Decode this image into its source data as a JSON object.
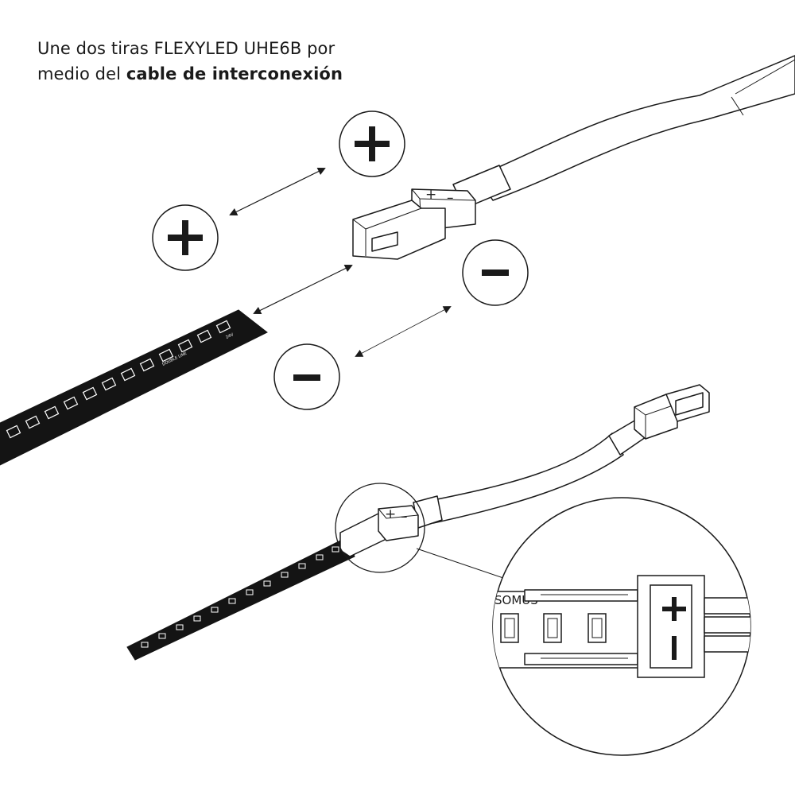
{
  "caption": {
    "line1": "Une dos tiras FLEXYLED UHE6B por",
    "line2_regular": "medio del ",
    "line2_bold": "cable de interconexión"
  },
  "symbols": {
    "plus": "+",
    "minus": "–"
  },
  "connector_marks": {
    "plus": "+",
    "minus": "–"
  },
  "strip_text": {
    "label_a": "DOUBLE LINE",
    "label_b": "24V"
  },
  "zoom_strip_text": "SOMUS"
}
